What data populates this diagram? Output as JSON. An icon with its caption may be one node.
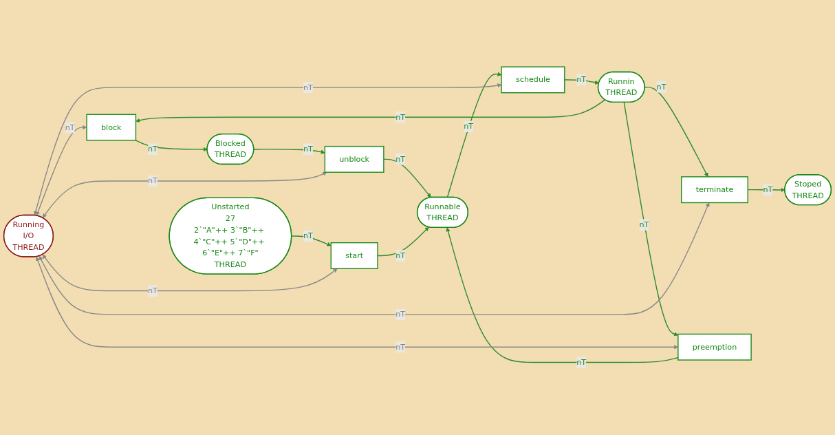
{
  "diagram": {
    "nodes": [
      {
        "text": [
          "unblock"
        ]
      },
      {
        "text": [
          "Blocked",
          "THREAD"
        ]
      },
      {
        "text": [
          "block"
        ]
      },
      {
        "text": [
          "Stoped",
          "THREAD"
        ]
      },
      {
        "text": [
          "start"
        ]
      },
      {
        "text": [
          "Runnable",
          "THREAD"
        ]
      },
      {
        "text": [
          "schedule"
        ]
      },
      {
        "text": [
          "Runnin",
          "THREAD"
        ]
      },
      {
        "text": [
          "terminate"
        ]
      },
      {
        "text": [
          "Unstarted",
          "27",
          "2`\"A\"++ 3`\"B\"++ 4`\"C\"++ 5`\"D\"++ 6`\"E\"++ 7`\"F\"",
          "THREAD"
        ]
      },
      {
        "text": [
          "preemption"
        ]
      },
      {
        "text": [
          "Running",
          "I/O",
          "THREAD"
        ]
      }
    ],
    "edges": [
      {
        "from": 1,
        "to": 0,
        "arrow": "to",
        "label": "nT"
      },
      {
        "from": 2,
        "to": 1,
        "arrow": "to",
        "label": "nT"
      },
      {
        "from": 0,
        "to": 5,
        "arrow": "to",
        "label": "nT"
      },
      {
        "from": 4,
        "to": 5,
        "arrow": "to",
        "label": "nT"
      },
      {
        "from": 5,
        "to": 6,
        "arrow": "to",
        "label": "nT"
      },
      {
        "from": 6,
        "to": 7,
        "arrow": "to",
        "label": "nT"
      },
      {
        "from": 7,
        "to": 2,
        "arrow": "to",
        "label": "nT"
      },
      {
        "from": 7,
        "to": 8,
        "arrow": "to",
        "label": "nT"
      },
      {
        "from": 8,
        "to": 3,
        "arrow": "to",
        "label": "nT"
      },
      {
        "from": 9,
        "to": 4,
        "arrow": "to",
        "label": "nT"
      },
      {
        "from": 7,
        "to": 10,
        "arrow": "to",
        "label": "nT"
      },
      {
        "from": 10,
        "to": 5,
        "arrow": "to",
        "label": "nT"
      },
      {
        "from": 11,
        "to": 2,
        "arrow": "both",
        "label": "nT",
        "color": "#888888"
      },
      {
        "from": 11,
        "to": 0,
        "arrow": "both",
        "label": "nT",
        "color": "#888888"
      },
      {
        "from": 11,
        "to": 4,
        "arrow": "both",
        "label": "nT",
        "color": "#888888"
      },
      {
        "from": 11,
        "to": 6,
        "arrow": "both",
        "label": "nT",
        "color": "#888888"
      },
      {
        "from": 11,
        "to": 10,
        "arrow": "both",
        "label": "nT",
        "color": "#888888"
      },
      {
        "from": 11,
        "to": 8,
        "arrow": "both",
        "label": "nT",
        "color": "#888888"
      }
    ]
  }
}
